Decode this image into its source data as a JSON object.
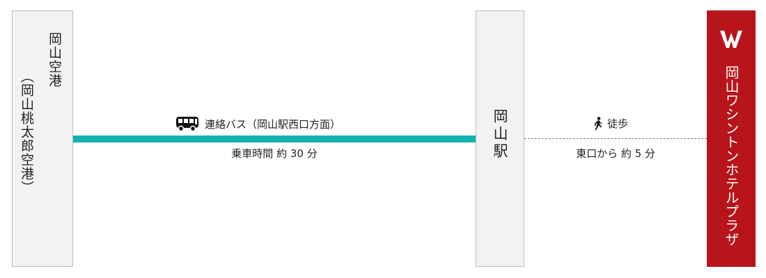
{
  "stations": {
    "airport": {
      "name": "岡山空港",
      "alt_name": "（岡山桃太郎空港）"
    },
    "okayama": {
      "name": "岡山駅"
    },
    "hotel": {
      "name": "岡山ワシントンホテルプラザ",
      "logo_icon": "washington-w-logo-icon"
    }
  },
  "routes": {
    "bus": {
      "icon": "bus-icon",
      "label": "連絡バス（岡山駅西口方面）",
      "time": "乗車時間 約 30 分",
      "color": "#14b2ae"
    },
    "walk": {
      "icon": "walking-person-icon",
      "label": "徒歩",
      "time": "東口から 約 5 分"
    }
  },
  "colors": {
    "hotel_bg": "#b8141b",
    "station_bg": "#f2f2f2",
    "station_border": "#bdbdbd"
  }
}
